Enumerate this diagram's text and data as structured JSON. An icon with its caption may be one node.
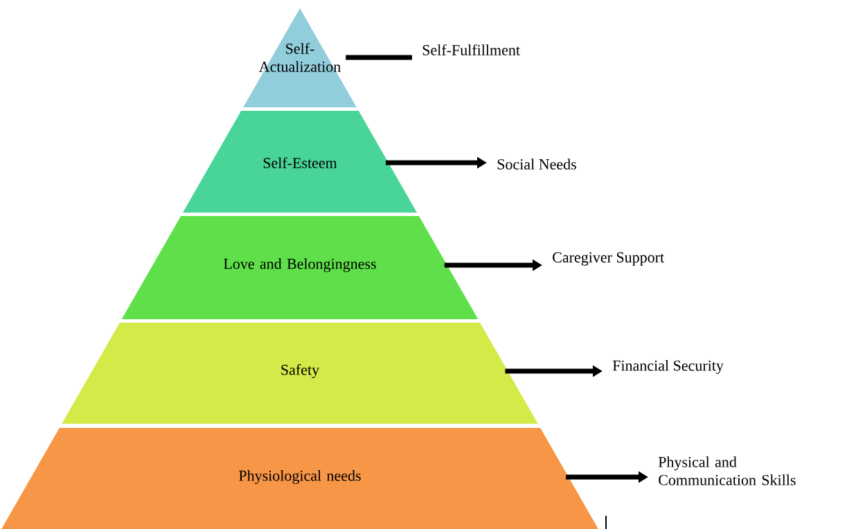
{
  "diagram": {
    "nodes": [
      {
        "text": [
          "Self- Actualization"
        ]
      },
      {
        "text": [
          "Self-Esteem"
        ]
      },
      {
        "text": [
          "Love and Belongingness"
        ]
      },
      {
        "text": [
          "Safety"
        ]
      },
      {
        "text": [
          "Physiological needs"
        ]
      },
      {
        "text": [
          "Self-Fulfillment"
        ]
      },
      {
        "text": [
          "Social Needs"
        ]
      },
      {
        "text": [
          "Caregiver Support"
        ]
      },
      {
        "text": [
          "Financial Security"
        ]
      },
      {
        "text": [
          "Physical and Communication Skills"
        ]
      }
    ],
    "edges": [
      {
        "from": 0,
        "to": 5,
        "arrow": "none"
      },
      {
        "from": 1,
        "to": 6,
        "arrow": "to"
      },
      {
        "from": 2,
        "to": 7,
        "arrow": "to"
      },
      {
        "from": 3,
        "to": 8,
        "arrow": "to"
      },
      {
        "from": 4,
        "to": 9,
        "arrow": "to"
      }
    ]
  }
}
